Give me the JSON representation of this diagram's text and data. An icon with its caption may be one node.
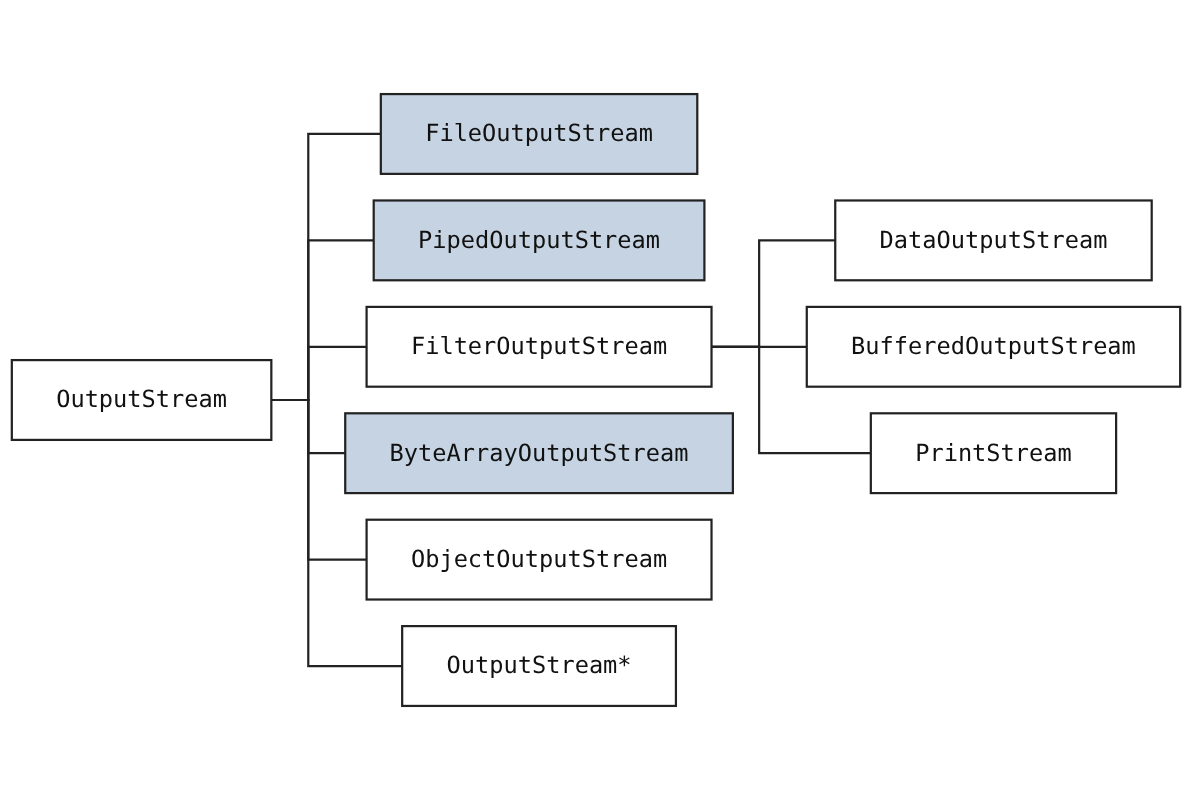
{
  "diagram": {
    "nodes": [
      {
        "text": [
          "OutputStream"
        ]
      },
      {
        "text": [
          "FileOutputStream"
        ]
      },
      {
        "text": [
          "PipedOutputStream"
        ]
      },
      {
        "text": [
          "FilterOutputStream"
        ]
      },
      {
        "text": [
          "ByteArrayOutputStream"
        ]
      },
      {
        "text": [
          "ObjectOutputStream"
        ]
      },
      {
        "text": [
          "OutputStream*"
        ]
      },
      {
        "text": [
          "DataOutputStream"
        ]
      },
      {
        "text": [
          "BufferedOutputStream"
        ]
      },
      {
        "text": [
          "PrintStream"
        ]
      }
    ],
    "edges": [
      {
        "from": 0,
        "to": 1,
        "arrow": "none"
      },
      {
        "from": 0,
        "to": 2,
        "arrow": "none"
      },
      {
        "from": 0,
        "to": 3,
        "arrow": "none"
      },
      {
        "from": 0,
        "to": 4,
        "arrow": "none"
      },
      {
        "from": 0,
        "to": 5,
        "arrow": "none"
      },
      {
        "from": 0,
        "to": 6,
        "arrow": "none"
      },
      {
        "from": 3,
        "to": 7,
        "arrow": "none"
      },
      {
        "from": 3,
        "to": 8,
        "arrow": "none"
      },
      {
        "from": 3,
        "to": 9,
        "arrow": "none"
      }
    ]
  }
}
